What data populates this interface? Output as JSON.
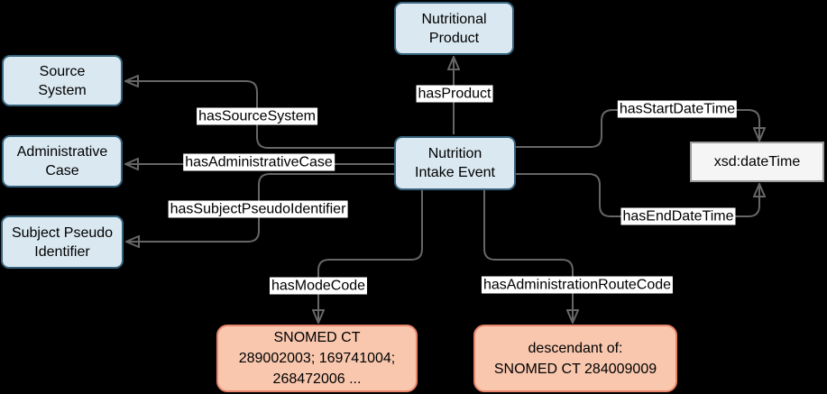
{
  "diagram": {
    "nodes": {
      "nutritional_product": {
        "label": "Nutritional\nProduct"
      },
      "source_system": {
        "label": "Source\nSystem"
      },
      "administrative_case": {
        "label": "Administrative\nCase"
      },
      "subject_pseudo_identifier": {
        "label": "Subject Pseudo\nIdentifier"
      },
      "nutrition_intake_event": {
        "label": "Nutrition\nIntake Event"
      },
      "xsd_datetime": {
        "label": "xsd:dateTime"
      },
      "snomed_mode_codes": {
        "label": "SNOMED CT\n289002003; 169741004;\n268472006 ..."
      },
      "snomed_route_codes": {
        "label": "descendant of:\nSNOMED CT 284009009"
      }
    },
    "edges": {
      "has_product": {
        "label": "hasProduct"
      },
      "has_source_system": {
        "label": "hasSourceSystem"
      },
      "has_administrative_case": {
        "label": "hasAdministrativeCase"
      },
      "has_subject_pseudo_identifier": {
        "label": "hasSubjectPseudoIdentifier"
      },
      "has_start_date_time": {
        "label": "hasStartDateTime"
      },
      "has_end_date_time": {
        "label": "hasEndDateTime"
      },
      "has_mode_code": {
        "label": "hasModeCode"
      },
      "has_administration_route_code": {
        "label": "hasAdministrationRouteCode"
      }
    },
    "colors": {
      "background": "#000000",
      "class_box_fill": "#dae8f1",
      "class_box_border": "#36637c",
      "code_box_fill": "#f8c7ae",
      "code_box_border": "#e8846b",
      "datatype_box_fill": "#f5f5f5",
      "datatype_box_border": "#999999",
      "connector": "#666666",
      "arrowhead": "#5d5d5d",
      "edge_label_bg": "#ffffff",
      "text": "#000000"
    }
  }
}
